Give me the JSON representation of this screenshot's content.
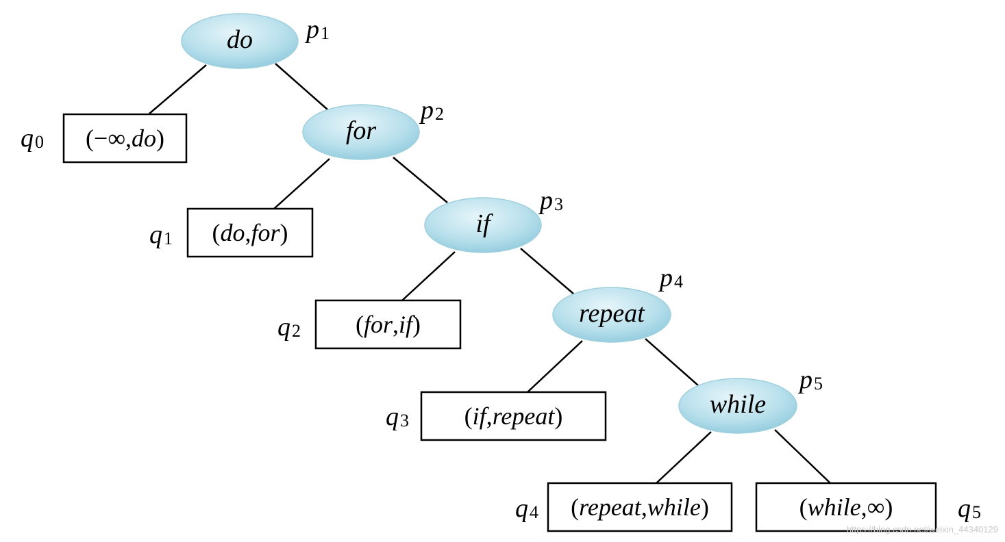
{
  "nodes": [
    {
      "id": "p1",
      "key": "do",
      "label": "p",
      "sub": "1"
    },
    {
      "id": "p2",
      "key": "for",
      "label": "p",
      "sub": "2"
    },
    {
      "id": "p3",
      "key": "if",
      "label": "p",
      "sub": "3"
    },
    {
      "id": "p4",
      "key": "repeat",
      "label": "p",
      "sub": "4"
    },
    {
      "id": "p5",
      "key": "while",
      "label": "p",
      "sub": "5"
    }
  ],
  "leaves": [
    {
      "id": "q0",
      "label": "q",
      "sub": "0",
      "parts": [
        [
          "(",
          false
        ],
        [
          "−∞",
          false
        ],
        [
          ",",
          false
        ],
        [
          "do",
          true
        ],
        [
          ")",
          false
        ]
      ]
    },
    {
      "id": "q1",
      "label": "q",
      "sub": "1",
      "parts": [
        [
          "(",
          false
        ],
        [
          "do",
          true
        ],
        [
          ",",
          false
        ],
        [
          "for",
          true
        ],
        [
          ")",
          false
        ]
      ]
    },
    {
      "id": "q2",
      "label": "q",
      "sub": "2",
      "parts": [
        [
          "(",
          false
        ],
        [
          "for",
          true
        ],
        [
          ",",
          false
        ],
        [
          "if",
          true
        ],
        [
          ")",
          false
        ]
      ]
    },
    {
      "id": "q3",
      "label": "q",
      "sub": "3",
      "parts": [
        [
          "(",
          false
        ],
        [
          "if",
          true
        ],
        [
          ",",
          false
        ],
        [
          "repeat",
          true
        ],
        [
          ")",
          false
        ]
      ]
    },
    {
      "id": "q4",
      "label": "q",
      "sub": "4",
      "parts": [
        [
          "(",
          false
        ],
        [
          "repeat",
          true
        ],
        [
          ",",
          false
        ],
        [
          "while",
          true
        ],
        [
          ")",
          false
        ]
      ]
    },
    {
      "id": "q5",
      "label": "q",
      "sub": "5",
      "parts": [
        [
          "(",
          false
        ],
        [
          "while",
          true
        ],
        [
          ",",
          false
        ],
        [
          "∞",
          false
        ],
        [
          ")",
          false
        ]
      ]
    }
  ],
  "edges": [
    [
      "p1",
      "q0"
    ],
    [
      "p1",
      "p2"
    ],
    [
      "p2",
      "q1"
    ],
    [
      "p2",
      "p3"
    ],
    [
      "p3",
      "q2"
    ],
    [
      "p3",
      "p4"
    ],
    [
      "p4",
      "q3"
    ],
    [
      "p4",
      "p5"
    ],
    [
      "p5",
      "q4"
    ],
    [
      "p5",
      "q5"
    ]
  ],
  "watermark": "https://blog.csdn.net/weixin_44340129"
}
